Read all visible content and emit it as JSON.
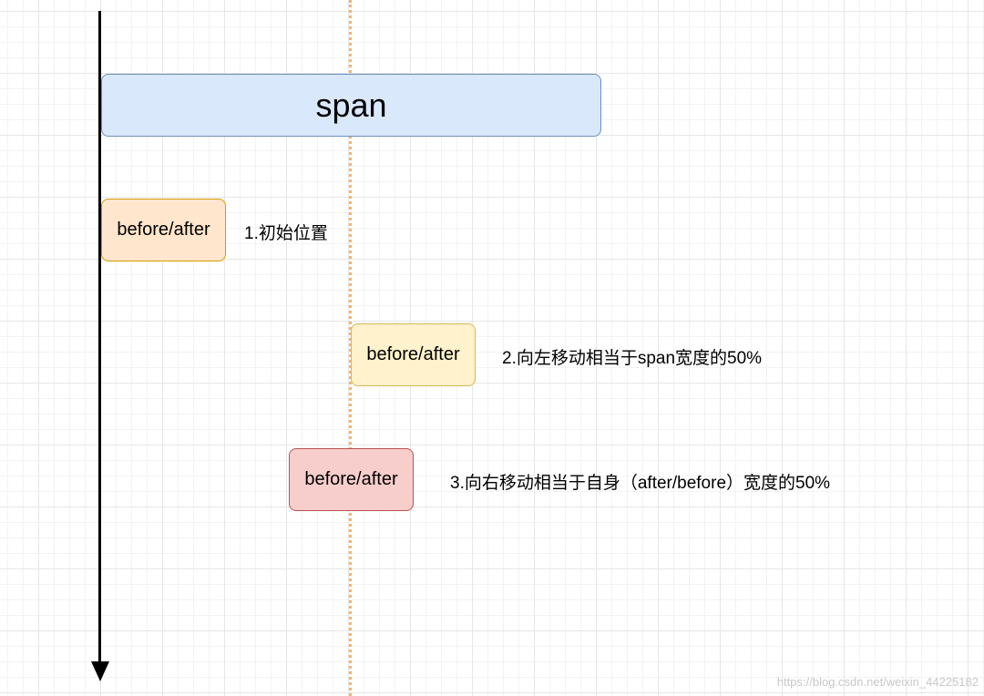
{
  "diagram": {
    "span_label": "span",
    "pseudo_label_initial": "before/after",
    "pseudo_label_left": "before/after",
    "pseudo_label_right": "before/after",
    "step1": "1.初始位置",
    "step2": "2.向左移动相当于span宽度的50%",
    "step3": "3.向右移动相当于自身（after/before）宽度的50%"
  },
  "watermark": "https://blog.csdn.net/weixin_44225182",
  "colors": {
    "span_fill": "#dae8fc",
    "span_border": "#6c8ebf",
    "initial_fill": "#ffe6cc",
    "initial_border": "#d79b00",
    "left_fill": "#fff2cc",
    "left_border": "#d6b656",
    "right_fill": "#f8cecc",
    "right_border": "#b85450",
    "center_line": "#f6b26b",
    "axis": "#000000"
  }
}
